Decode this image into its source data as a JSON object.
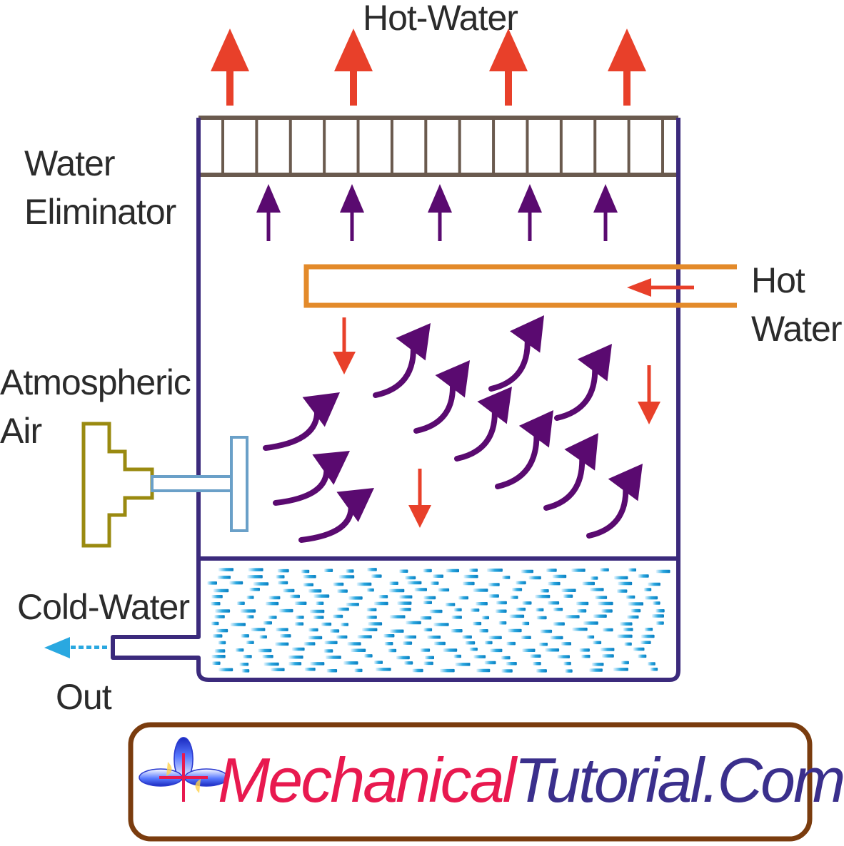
{
  "labels": {
    "top_outlet": "Hot-Water",
    "eliminator_line1": "Water",
    "eliminator_line2": "Eliminator",
    "inlet_line1": "Hot",
    "inlet_line2": "Water",
    "air_line1": "Atmospheric",
    "air_line2": "Air",
    "outlet_line1": "Cold-Water",
    "outlet_line2": "Out"
  },
  "brand": {
    "part1": "Mechanical",
    "part2": "Tutorial.Com",
    "color1": "#e8194f",
    "color2": "#3a2f8c",
    "frame_color": "#7a3c0e"
  },
  "colors": {
    "tower": "#3b2a7c",
    "eliminator": "#6a5a4e",
    "pipe": "#e38a2a",
    "hot_arrow": "#e8402a",
    "air_arrow": "#5a0a70",
    "fan_motor": "#9a8a10",
    "fan_shaft": "#6aa0c8",
    "water": "#2aa8e0"
  },
  "eliminator": {
    "slats": 14
  },
  "icons": [
    "hot-water-outlet-arrow-icon",
    "air-flow-arrow-icon",
    "water-drop-arrow-icon",
    "fan-motor-icon",
    "fan-blade-icon",
    "logo-flower-icon"
  ]
}
